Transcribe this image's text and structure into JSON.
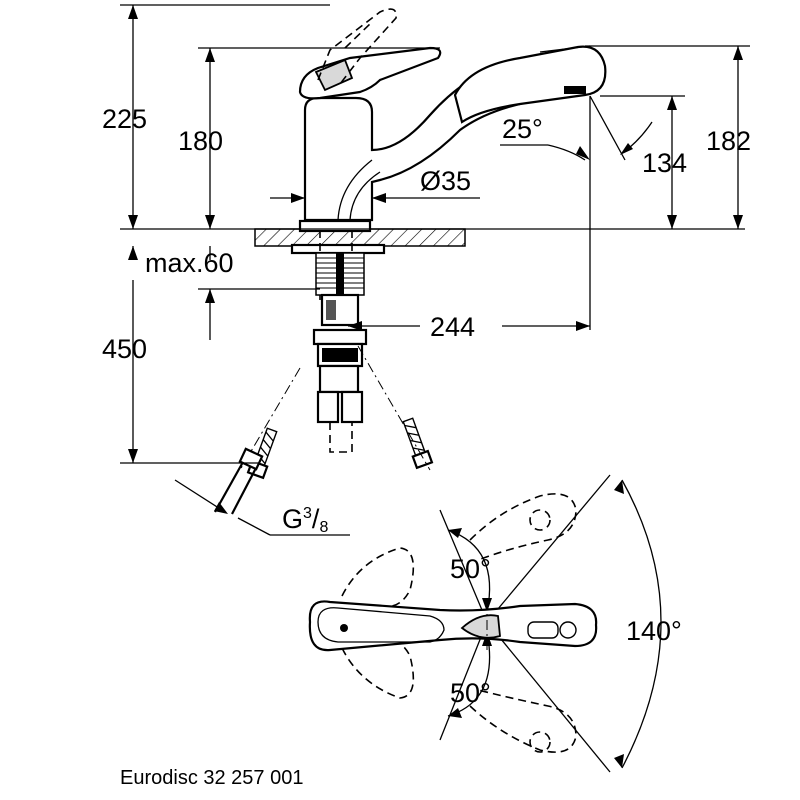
{
  "dimensions": {
    "overall_height": "225",
    "spout_height": "180",
    "aerator_height": "182",
    "outlet_height": "134",
    "spout_angle": "25°",
    "base_diameter": "Ø35",
    "max_deck": "max.60",
    "hose_length": "450",
    "reach": "244",
    "connection": "G",
    "connection_num": "3",
    "connection_den": "8"
  },
  "angles": {
    "upper": "50°",
    "lower": "50°",
    "total": "140°"
  },
  "caption": "Eurodisc 32 257 001"
}
